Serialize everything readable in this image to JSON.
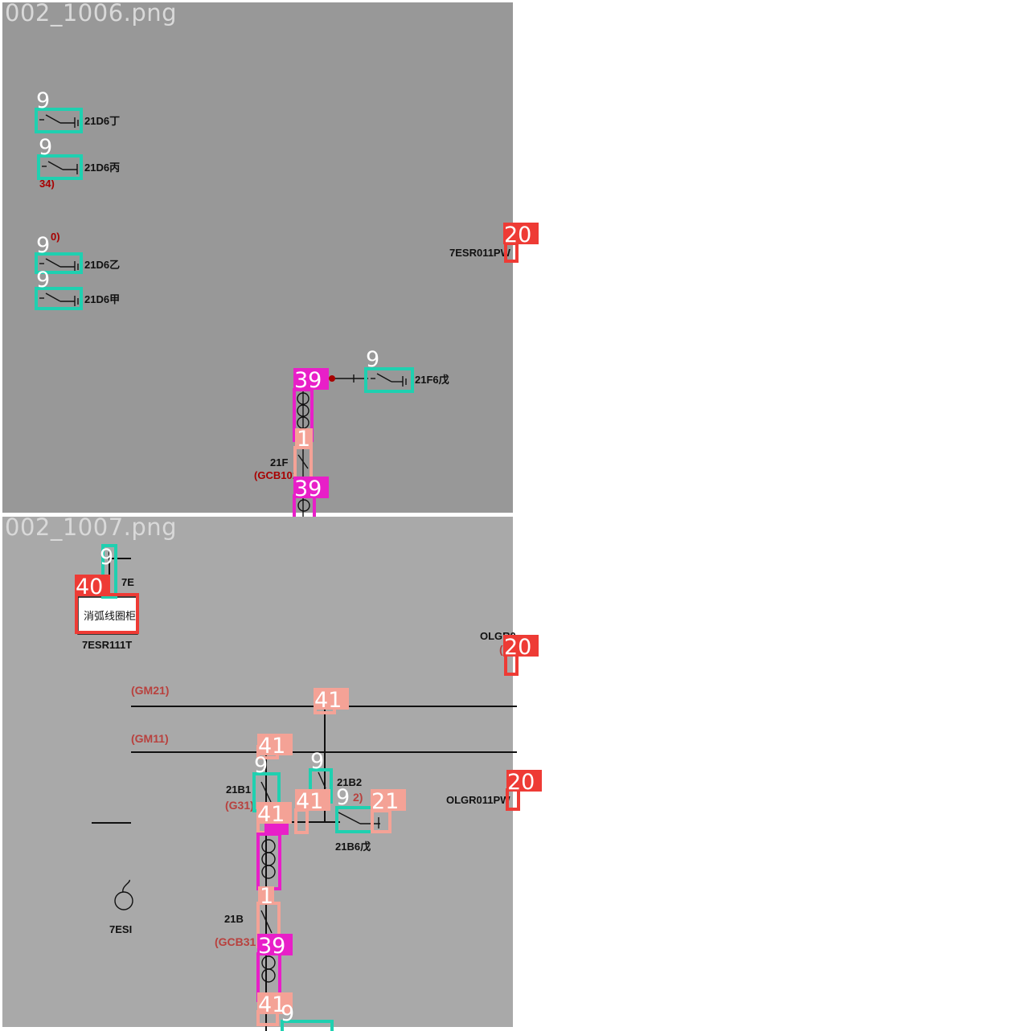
{
  "colors": {
    "class_9": "#1fd0b0",
    "class_39": "#e81fc8",
    "class_41": "#f4a296",
    "class_40": "#ee3b35",
    "class_20": "#ee3b35",
    "class_21": "#f4a296",
    "red_text": "#b8413e"
  },
  "panel_top": {
    "filename": "002_1006.png",
    "labels": {
      "sw_1": "21D6丁",
      "sw_2": "21D6丙",
      "sw_3": "21D6乙",
      "sw_4": "21D6甲",
      "partial_red_1": "34)",
      "partial_red_2": "0)",
      "feeder_pw": "7ESR011PW",
      "sw_5": "21F6戊",
      "breaker": "21F",
      "breaker_code": "(GCB101"
    },
    "tags": {
      "t1": "9",
      "t2": "9",
      "t3": "9",
      "t4": "9",
      "t5": "9",
      "t6": "20",
      "t7": "39",
      "t8": "1",
      "t9": "39"
    }
  },
  "panel_bottom": {
    "filename": "002_1007.png",
    "labels": {
      "cabinet": "消弧线圈柜",
      "cabinet_id": "7ESR111T",
      "top_partial": "7E",
      "bus_gm21": "(GM21)",
      "bus_gm11": "(GM11)",
      "olgr_top": "OLGR0",
      "olgr_top_sub": "(",
      "sw_21b1": "21B1",
      "sw_21b1_code": "(G31)",
      "sw_21b2": "21B2",
      "sw_21b2_code": "2)",
      "feeder_pw": "OLGR011PW",
      "sw_21b6": "21B6戊",
      "breaker": "21B",
      "breaker_code": "(GCB31",
      "left_partial": "7ESI"
    },
    "tags": {
      "t1": "9",
      "t2": "40",
      "t3": "20",
      "t4": "41",
      "t5": "41",
      "t6": "9",
      "t7": "9",
      "t8": "20",
      "t9": "41",
      "t10": "9",
      "t11": "21",
      "t12": "41",
      "t13": "39",
      "t14": "1",
      "t15": "39",
      "t16": "41",
      "t17": "9"
    }
  }
}
